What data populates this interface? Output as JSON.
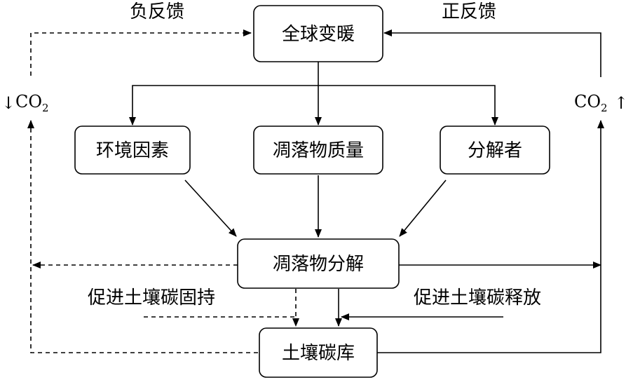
{
  "labels": {
    "negative_feedback": "负反馈",
    "positive_feedback": "正反馈",
    "promote_fixation": "促进土壤碳固持",
    "promote_release": "促进土壤碳释放"
  },
  "nodes": {
    "global_warming": "全球变暖",
    "environment": "环境因素",
    "litter_quality": "凋落物质量",
    "decomposer": "分解者",
    "litter_decomposition": "凋落物分解",
    "soil_carbon_pool": "土壤碳库"
  },
  "co2": {
    "left": {
      "base": "CO",
      "subscript": "2",
      "arrow": "↓"
    },
    "right": {
      "base": "CO",
      "subscript": "2",
      "arrow": "↑"
    }
  }
}
